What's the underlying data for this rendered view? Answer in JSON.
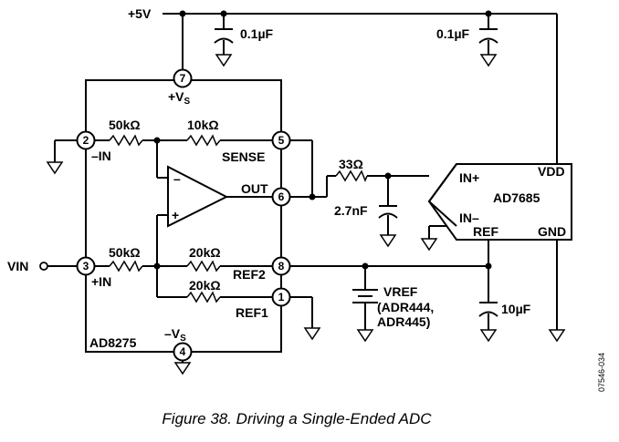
{
  "labels": {
    "supply": "+5V",
    "cap_01_left": "0.1µF",
    "cap_01_right": "0.1µF",
    "r50k_top": "50kΩ",
    "r10k": "10kΩ",
    "r50k_bot": "50kΩ",
    "r20k_mid": "20kΩ",
    "r20k_low": "20kΩ",
    "r33": "33Ω",
    "c27n": "2.7nF",
    "c10u": "10µF",
    "vs_pos_main": "+V",
    "vs_pos_sub": "S",
    "vs_neg_main": "–V",
    "vs_neg_sub": "S",
    "minus_in": "–IN",
    "plus_in": "+IN",
    "sense": "SENSE",
    "out": "OUT",
    "ref2": "REF2",
    "ref1": "REF1",
    "vin": "VIN",
    "opamp_minus": "–",
    "opamp_plus": "+",
    "part": "AD8275",
    "vref_line1": "VREF",
    "vref_line2": "(ADR444,",
    "vref_line3": "ADR445)",
    "adc_name": "AD7685",
    "adc_in_plus": "IN+",
    "adc_in_minus": "IN–",
    "adc_ref": "REF",
    "adc_vdd": "VDD",
    "adc_gnd": "GND"
  },
  "pins": {
    "p7": "7",
    "p2": "2",
    "p3": "3",
    "p5": "5",
    "p6": "6",
    "p8": "8",
    "p1": "1",
    "p4": "4"
  },
  "caption": "Figure 38. Driving a Single-Ended ADC",
  "side_code": "07546-034"
}
